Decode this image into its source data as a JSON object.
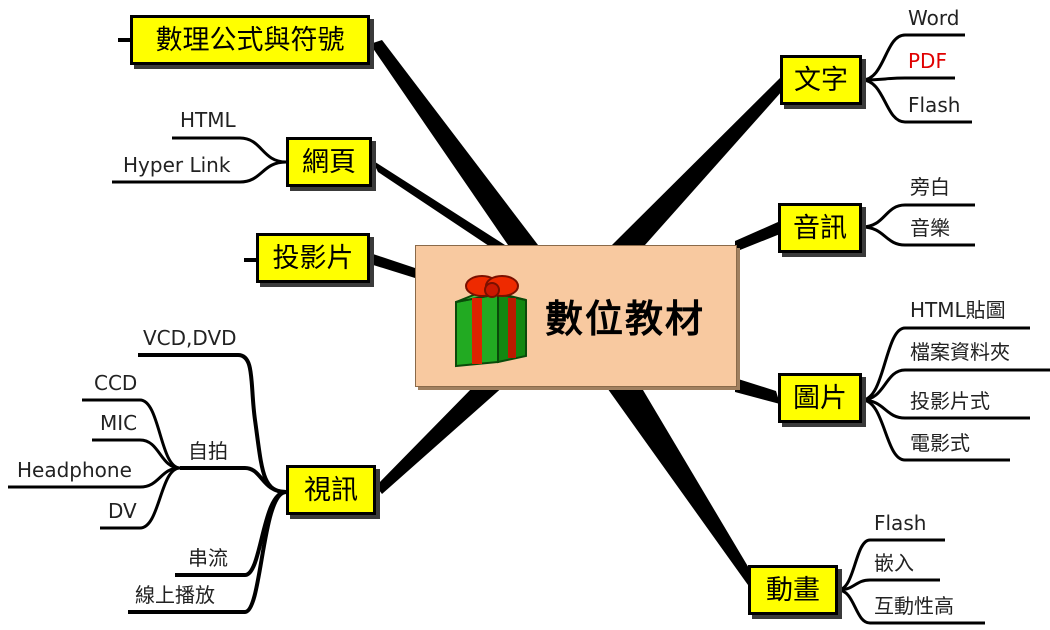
{
  "center": {
    "title": "數位教材"
  },
  "topics": {
    "math": {
      "label": "數理公式與符號"
    },
    "web": {
      "label": "網頁",
      "children": [
        "HTML",
        "Hyper Link"
      ]
    },
    "slides": {
      "label": "投影片"
    },
    "video": {
      "label": "視訊",
      "children": [
        {
          "label": "VCD,DVD"
        },
        {
          "label": "自拍",
          "children": [
            "CCD",
            "MIC",
            "Headphone",
            "DV"
          ]
        },
        {
          "label": "串流"
        },
        {
          "label": "線上播放"
        }
      ]
    },
    "text": {
      "label": "文字",
      "children": [
        "Word",
        "PDF",
        "Flash"
      ]
    },
    "audio": {
      "label": "音訊",
      "children": [
        "旁白",
        "音樂"
      ]
    },
    "image": {
      "label": "圖片",
      "children": [
        "HTML貼圖",
        "檔案資料夾",
        "投影片式",
        "電影式"
      ]
    },
    "animation": {
      "label": "動畫",
      "children": [
        "Flash",
        "嵌入",
        "互動性高"
      ]
    }
  },
  "colors": {
    "topic_fill": "#ffff00",
    "center_fill": "#f8c9a0",
    "highlight_text": "#e00000",
    "branch": "#000000"
  },
  "icons": {
    "center_icon": "gift-box-icon"
  }
}
